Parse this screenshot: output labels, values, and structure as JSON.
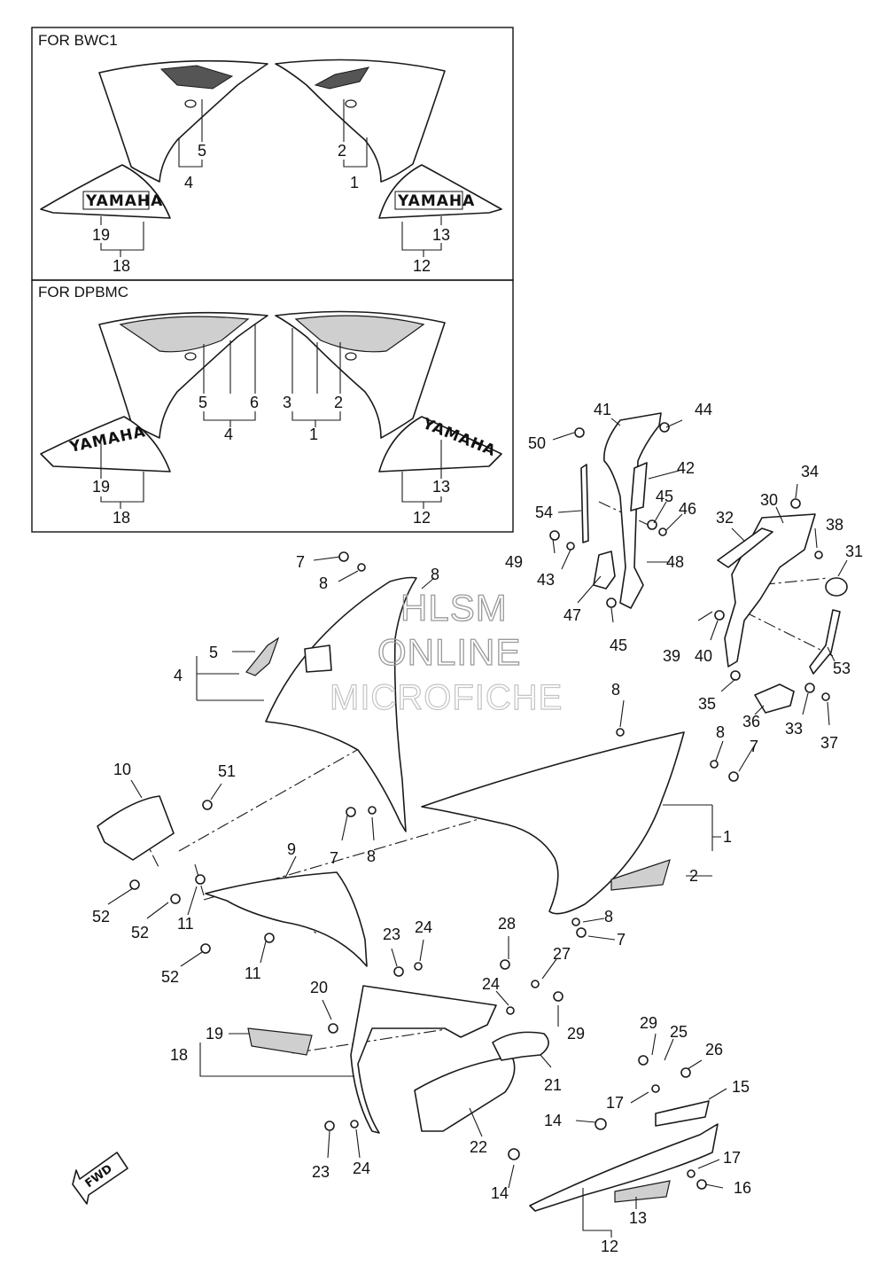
{
  "insets": [
    {
      "title": "FOR BWC1",
      "labels": [
        "5",
        "4",
        "2",
        "1",
        "19",
        "18",
        "13",
        "12"
      ]
    },
    {
      "title": "FOR DPBMC",
      "labels": [
        "5",
        "6",
        "4",
        "3",
        "2",
        "1",
        "19",
        "18",
        "13",
        "12"
      ]
    }
  ],
  "decal_text": "YAMAHA",
  "fwd_label": "FWD",
  "watermark": [
    "HLSM",
    "ONLINE",
    "MICROFICHE"
  ],
  "callouts": [
    "41",
    "44",
    "50",
    "42",
    "45",
    "46",
    "54",
    "34",
    "30",
    "32",
    "38",
    "31",
    "49",
    "43",
    "48",
    "47",
    "45",
    "39",
    "40",
    "53",
    "7",
    "8",
    "8",
    "5",
    "4",
    "35",
    "36",
    "33",
    "37",
    "8",
    "8",
    "7",
    "10",
    "51",
    "1",
    "2",
    "7",
    "8",
    "9",
    "52",
    "52",
    "11",
    "52",
    "11",
    "8",
    "7",
    "28",
    "27",
    "23",
    "24",
    "20",
    "24",
    "29",
    "19",
    "18",
    "25",
    "29",
    "26",
    "21",
    "15",
    "17",
    "14",
    "22",
    "23",
    "24",
    "17",
    "14",
    "16",
    "13",
    "12"
  ]
}
